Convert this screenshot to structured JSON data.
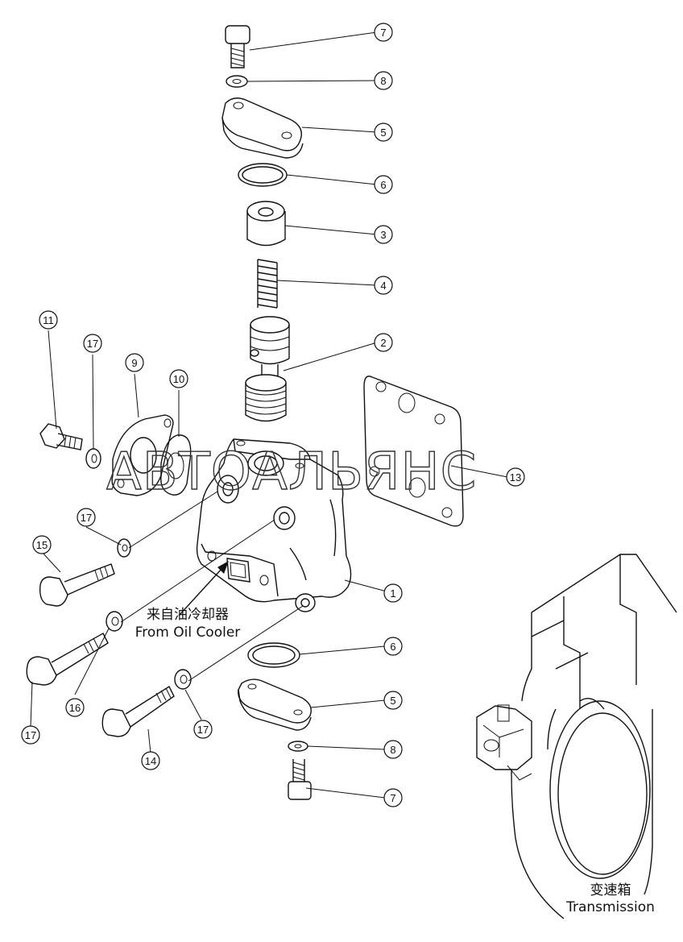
{
  "watermark": "АВТОАЛЬЯНС",
  "labels": {
    "from_cn": "来自油冷却器",
    "from_en": "From Oil Cooler",
    "trans_cn": "变速箱",
    "trans_en": "Transmission"
  },
  "callouts": [
    "7",
    "8",
    "5",
    "6",
    "3",
    "4",
    "2",
    "11",
    "17",
    "9",
    "10",
    "13",
    "17",
    "15",
    "1",
    "16",
    "17",
    "17",
    "14",
    "6",
    "5",
    "8",
    "7"
  ]
}
